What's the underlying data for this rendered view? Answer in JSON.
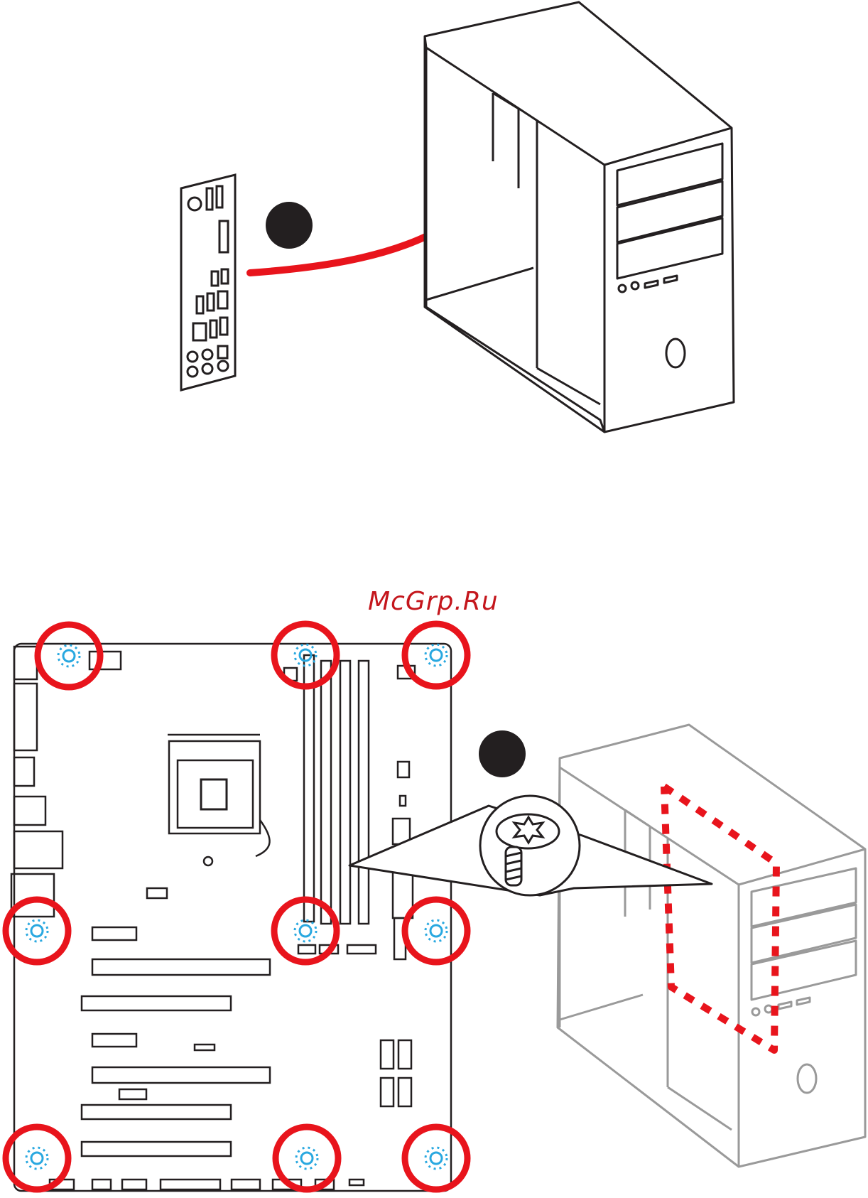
{
  "watermark": {
    "text": "McGrp.Ru"
  },
  "colors": {
    "outline": "#231f20",
    "arrow": "#e8141c",
    "mount_circle": "#e8141c",
    "standoff_marker": "#29a8e0",
    "case_gray": "#9a9a9a",
    "step_dot": "#231f20"
  },
  "steps": [
    {
      "icon": "step-1-black-dot"
    },
    {
      "icon": "step-2-black-dot"
    }
  ],
  "figures": {
    "top": {
      "icons": [
        "io-shield-icon",
        "pc-case-icon",
        "curved-arrow-icon"
      ]
    },
    "bottom": {
      "icons": [
        "motherboard-icon",
        "mounting-hole-icon",
        "screw-icon",
        "pc-case-icon",
        "standoff-area-icon"
      ]
    }
  },
  "mounting_holes_count": 9
}
